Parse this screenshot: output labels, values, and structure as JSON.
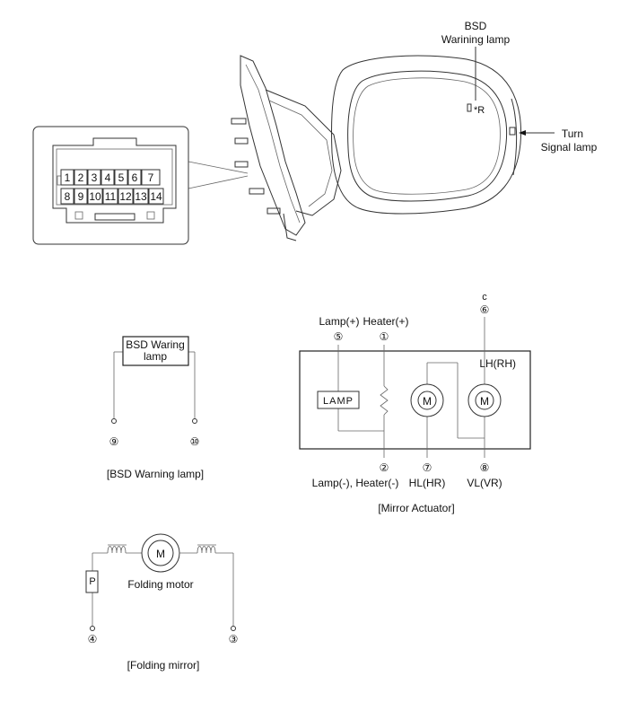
{
  "mirror": {
    "bsd_lamp_label_line1": "BSD",
    "bsd_lamp_label_line2": "Warining lamp",
    "turn_signal_line1": "Turn",
    "turn_signal_line2": "Signal lamp",
    "mirror_tag": "*R"
  },
  "connector": {
    "top_row": [
      "1",
      "2",
      "3",
      "4",
      "5",
      "6",
      "7"
    ],
    "bottom_row": [
      "8",
      "9",
      "10",
      "11",
      "12",
      "13",
      "14"
    ]
  },
  "bsd_circuit": {
    "box_line1": "BSD Waring",
    "box_line2": "lamp",
    "pin_left": "⑨",
    "pin_right": "⑩",
    "caption": "[BSD Warning lamp]"
  },
  "actuator": {
    "top_c": "c",
    "pin_6": "⑥",
    "label_lamp_plus": "Lamp(+)",
    "label_heater_plus": "Heater(+)",
    "pin_5": "⑤",
    "pin_1": "①",
    "side_label": "LH(RH)",
    "lamp_box": "LAMP",
    "motor_a": "M",
    "motor_b": "M",
    "pin_2": "②",
    "pin_7": "⑦",
    "pin_8": "⑧",
    "label_bottom_left": "Lamp(-), Heater(-)",
    "label_hl": "HL(HR)",
    "label_vl": "VL(VR)",
    "caption": "[Mirror Actuator]"
  },
  "folding": {
    "motor": "M",
    "motor_label": "Folding motor",
    "pin_4": "④",
    "pin_3": "③",
    "switch_mark": "P",
    "caption": "[Folding mirror]"
  }
}
